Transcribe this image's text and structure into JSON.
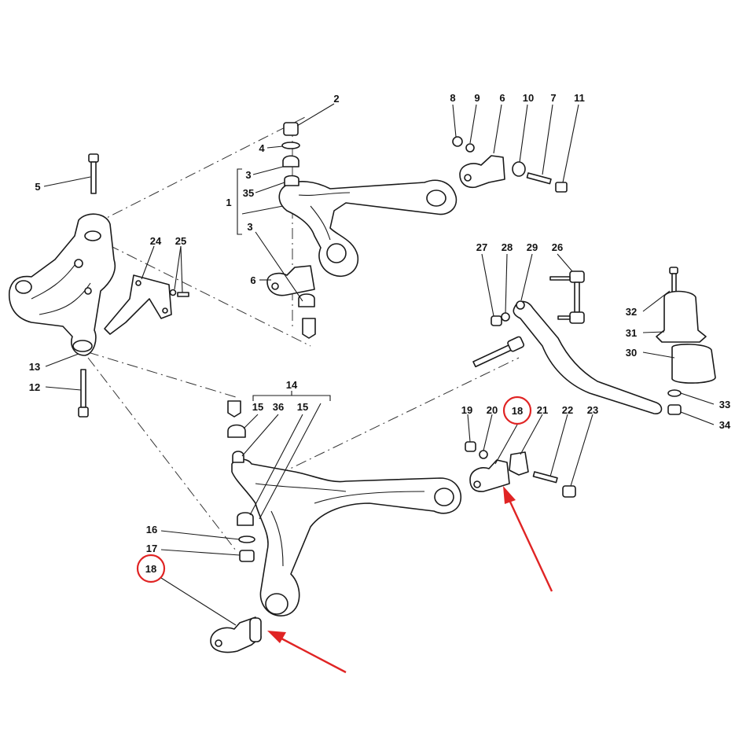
{
  "callouts": {
    "c1": "1",
    "c2": "2",
    "c3a": "3",
    "c3b": "3",
    "c4": "4",
    "c5": "5",
    "c6a": "6",
    "c6b": "6",
    "c7": "7",
    "c8": "8",
    "c9": "9",
    "c10": "10",
    "c11": "11",
    "c12": "12",
    "c13": "13",
    "c14": "14",
    "c15a": "15",
    "c15b": "15",
    "c16": "16",
    "c17": "17",
    "c18a": "18",
    "c18b": "18",
    "c19": "19",
    "c20": "20",
    "c21": "21",
    "c22": "22",
    "c23": "23",
    "c24": "24",
    "c25": "25",
    "c26": "26",
    "c27": "27",
    "c28": "28",
    "c29": "29",
    "c30": "30",
    "c31": "31",
    "c32": "32",
    "c33": "33",
    "c34": "34",
    "c35": "35",
    "c36": "36"
  },
  "colors": {
    "ink": "#1a1a1a",
    "highlight": "#e02424"
  },
  "highlighted_part": "18"
}
